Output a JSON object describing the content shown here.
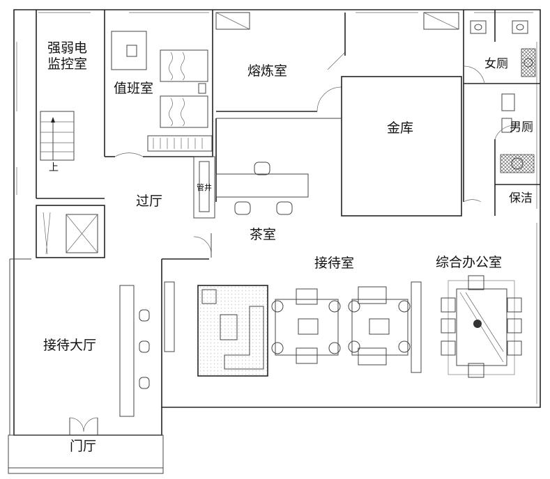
{
  "rooms": {
    "monitoring": {
      "line1": "强弱电",
      "line2": "监控室"
    },
    "duty": "值班室",
    "smelting": "熔炼室",
    "vault": "金库",
    "female_wc": "女厕",
    "male_wc": "男厕",
    "cleaning": "保洁",
    "hall": "过厅",
    "pipe": "管井",
    "tea": "茶室",
    "reception": "接待室",
    "office": "综合办公室",
    "lobby": "接待大厅",
    "entrance": "门厅"
  },
  "stair_label": "上"
}
